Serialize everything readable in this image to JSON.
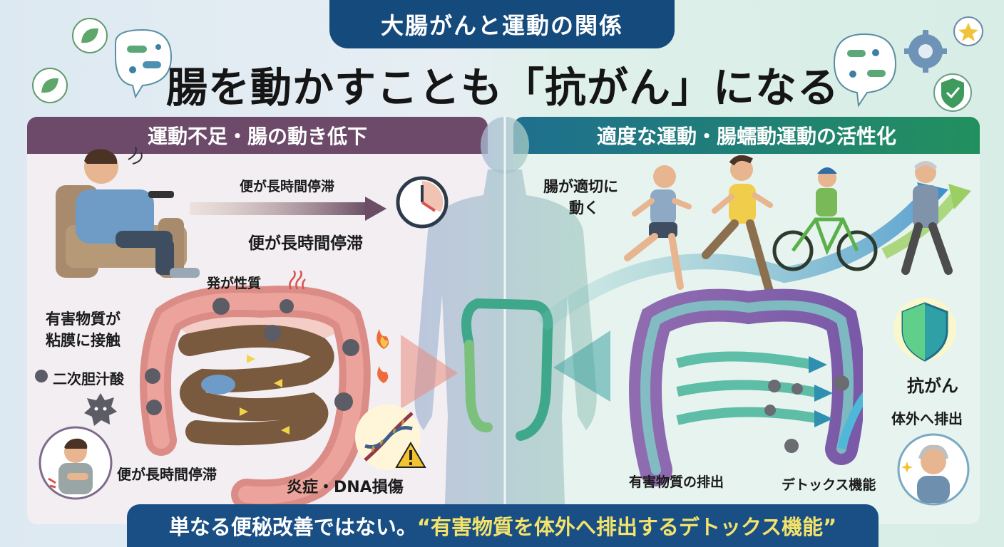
{
  "header": {
    "tab_title": "大腸がんと運動の関係",
    "headline": "腸を動かすことも「抗がん」になる"
  },
  "left_panel": {
    "title": "運動不足・腸の動き低下",
    "labels": {
      "arrow_top": "便が長時間停滞",
      "arrow_bottom": "便が長時間停滞",
      "carcinogen": "発が性質",
      "harmful_1": "有害物質が",
      "harmful_2": "粘膜に接触",
      "bile_acid": "二次胆汁酸",
      "stool_stagnation": "便が長時間停滞",
      "inflammation": "炎症・DNA損傷"
    }
  },
  "right_panel": {
    "title": "適度な運動・腸蠕動運動の活性化",
    "labels": {
      "intestine_1": "腸が適切に",
      "intestine_2": "動く",
      "anticancer": "抗がん",
      "excrete": "体外へ排出",
      "harmful_excretion": "有害物質の排出",
      "detox": "デトックス機能"
    }
  },
  "footer": {
    "text_main": "単なる便秘改善ではない。",
    "text_highlight": "“有害物質を体外へ排出するデトックス機能”"
  },
  "colors": {
    "title_tab": "#144a7c",
    "left_band": "#6d4a6a",
    "right_band_start": "#1f6f8f",
    "right_band_end": "#22905e",
    "footer": "#1a4f85",
    "footer_highlight": "#f4e36a"
  },
  "icons": [
    "leaf-icon",
    "bacteria-bubble-icon",
    "gear-icon",
    "star-icon",
    "shield-check-icon",
    "clock-icon",
    "flame-icon",
    "dna-icon",
    "warning-icon",
    "shield-icon",
    "sparkle-icon"
  ]
}
